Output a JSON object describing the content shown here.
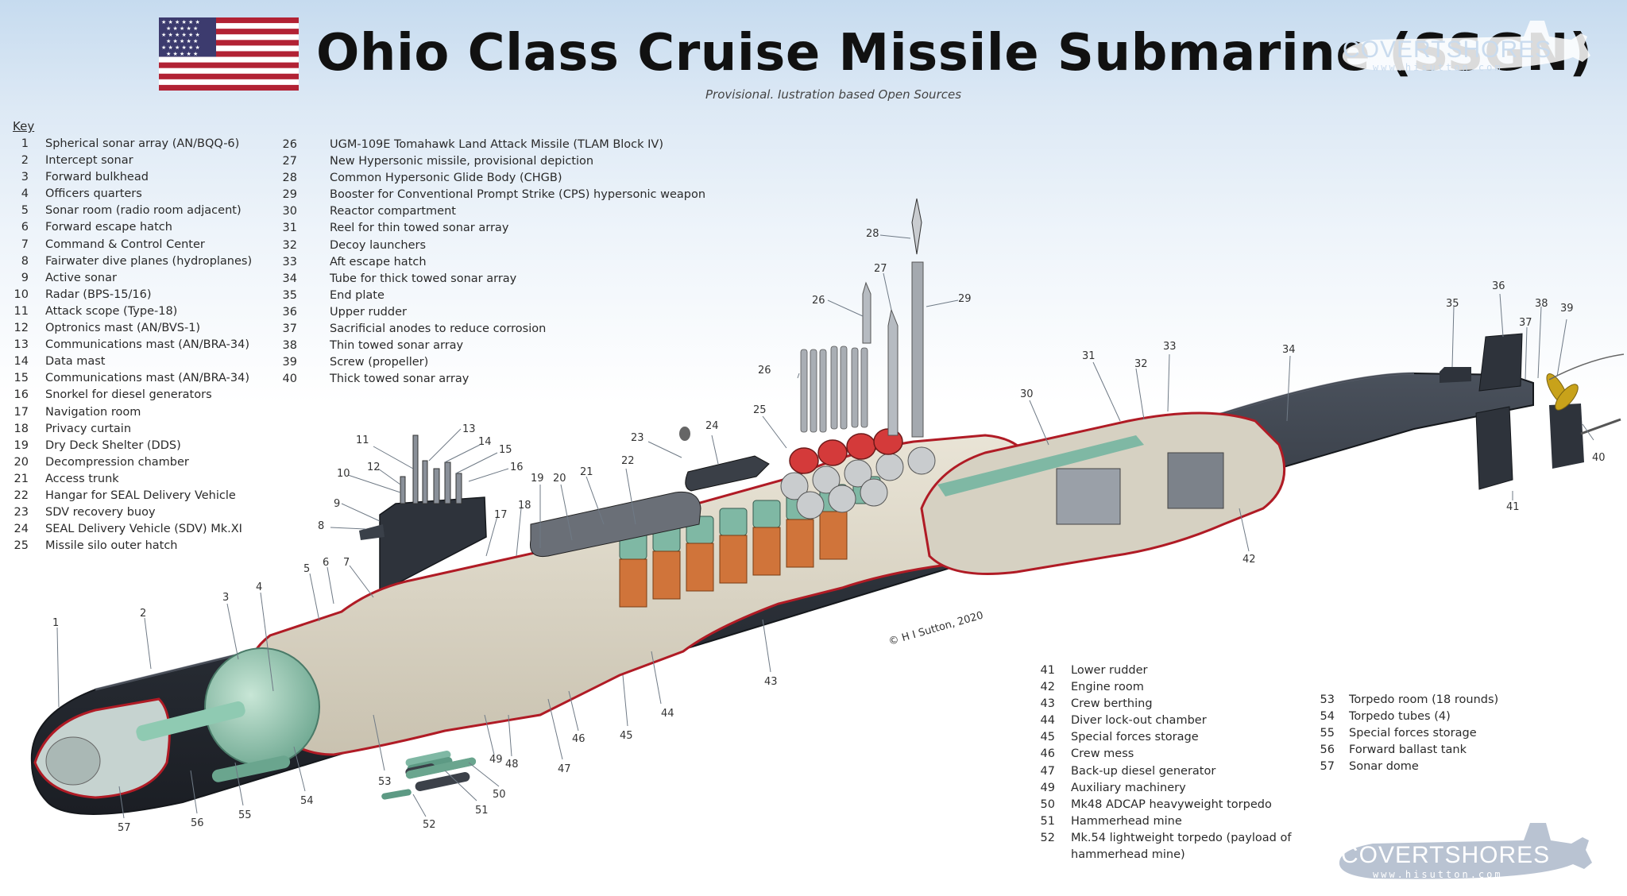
{
  "header": {
    "title": "Ohio Class Cruise Missile Submarine (SSGN)",
    "subtitle": "Provisional. Iustration based Open Sources"
  },
  "logo_top": {
    "text": "COVERTSHORES",
    "url": "www.hisutton.com"
  },
  "logo_bottom": {
    "text": "COVERTSHORES",
    "url": "www.hisutton.com"
  },
  "copyright": "© H I Sutton, 2020",
  "key": {
    "heading": "Key",
    "col1": [
      {
        "n": "1",
        "label": "Spherical sonar array (AN/BQQ-6)"
      },
      {
        "n": "2",
        "label": "Intercept sonar"
      },
      {
        "n": "3",
        "label": "Forward bulkhead"
      },
      {
        "n": "4",
        "label": "Officers quarters"
      },
      {
        "n": "5",
        "label": "Sonar room (radio room adjacent)"
      },
      {
        "n": "6",
        "label": "Forward escape hatch"
      },
      {
        "n": "7",
        "label": "Command & Control Center"
      },
      {
        "n": "8",
        "label": "Fairwater dive planes (hydroplanes)"
      },
      {
        "n": "9",
        "label": "Active sonar"
      },
      {
        "n": "10",
        "label": "Radar (BPS-15/16)"
      },
      {
        "n": "11",
        "label": "Attack scope (Type-18)"
      },
      {
        "n": "12",
        "label": "Optronics mast (AN/BVS-1)"
      },
      {
        "n": "13",
        "label": "Communications mast (AN/BRA-34)"
      },
      {
        "n": "14",
        "label": "Data mast"
      },
      {
        "n": "15",
        "label": "Communications mast (AN/BRA-34)"
      },
      {
        "n": "16",
        "label": "Snorkel for diesel generators"
      },
      {
        "n": "17",
        "label": "Navigation room"
      },
      {
        "n": "18",
        "label": "Privacy curtain"
      },
      {
        "n": "19",
        "label": "Dry Deck Shelter (DDS)"
      },
      {
        "n": "20",
        "label": "Decompression chamber"
      },
      {
        "n": "21",
        "label": "Access trunk"
      },
      {
        "n": "22",
        "label": "Hangar for SEAL Delivery Vehicle"
      },
      {
        "n": "23",
        "label": "SDV recovery buoy"
      },
      {
        "n": "24",
        "label": "SEAL Delivery Vehicle (SDV) Mk.XI"
      },
      {
        "n": "25",
        "label": "Missile silo outer hatch"
      }
    ],
    "col2": [
      {
        "n": "26",
        "label": "UGM-109E Tomahawk Land Attack Missile (TLAM Block IV)"
      },
      {
        "n": "27",
        "label": "New Hypersonic missile, provisional depiction"
      },
      {
        "n": "28",
        "label": "Common Hypersonic Glide Body (CHGB)"
      },
      {
        "n": "29",
        "label": "Booster for Conventional Prompt Strike (CPS) hypersonic weapon"
      },
      {
        "n": "30",
        "label": "Reactor compartment"
      },
      {
        "n": "31",
        "label": "Reel for thin towed sonar array"
      },
      {
        "n": "32",
        "label": "Decoy launchers"
      },
      {
        "n": "33",
        "label": "Aft escape hatch"
      },
      {
        "n": "34",
        "label": "Tube for thick towed sonar array"
      },
      {
        "n": "35",
        "label": "End plate"
      },
      {
        "n": "36",
        "label": "Upper rudder"
      },
      {
        "n": "37",
        "label": "Sacrificial anodes to reduce corrosion"
      },
      {
        "n": "38",
        "label": "Thin towed sonar array"
      },
      {
        "n": "39",
        "label": "Screw (propeller)"
      },
      {
        "n": "40",
        "label": "Thick towed sonar array"
      }
    ],
    "col3": [
      {
        "n": "41",
        "label": "Lower rudder"
      },
      {
        "n": "42",
        "label": "Engine room"
      },
      {
        "n": "43",
        "label": "Crew berthing"
      },
      {
        "n": "44",
        "label": "Diver lock-out chamber"
      },
      {
        "n": "45",
        "label": "Special forces storage"
      },
      {
        "n": "46",
        "label": "Crew mess"
      },
      {
        "n": "47",
        "label": "Back-up diesel generator"
      },
      {
        "n": "49",
        "label": "Auxiliary machinery"
      },
      {
        "n": "50",
        "label": "Mk48 ADCAP heavyweight torpedo"
      },
      {
        "n": "51",
        "label": "Hammerhead mine"
      },
      {
        "n": "52",
        "label": "Mk.54 lightweight torpedo (payload of hammerhead mine)"
      }
    ],
    "col4": [
      {
        "n": "53",
        "label": "Torpedo room (18 rounds)"
      },
      {
        "n": "54",
        "label": "Torpedo tubes (4)"
      },
      {
        "n": "55",
        "label": "Special forces storage"
      },
      {
        "n": "56",
        "label": "Forward ballast tank"
      },
      {
        "n": "57",
        "label": "Sonar dome"
      }
    ]
  },
  "callouts": {
    "c1": "1",
    "c2": "2",
    "c3": "3",
    "c4": "4",
    "c5": "5",
    "c6": "6",
    "c7": "7",
    "c8": "8",
    "c9": "9",
    "c10": "10",
    "c11": "11",
    "c12": "12",
    "c13": "13",
    "c14": "14",
    "c15": "15",
    "c16": "16",
    "c17": "17",
    "c18": "18",
    "c19": "19",
    "c20": "20",
    "c21": "21",
    "c22": "22",
    "c23": "23",
    "c24": "24",
    "c25": "25",
    "c26a": "26",
    "c26b": "26",
    "c27": "27",
    "c28": "28",
    "c29": "29",
    "c30": "30",
    "c31": "31",
    "c32": "32",
    "c33": "33",
    "c34": "34",
    "c35": "35",
    "c36": "36",
    "c37": "37",
    "c38": "38",
    "c39": "39",
    "c40": "40",
    "c41": "41",
    "c42": "42",
    "c43": "43",
    "c44": "44",
    "c45": "45",
    "c46": "46",
    "c47": "47",
    "c48": "48",
    "c49": "49",
    "c50": "50",
    "c51": "51",
    "c52": "52",
    "c53": "53",
    "c54": "54",
    "c55": "55",
    "c56": "56",
    "c57": "57"
  },
  "colors": {
    "hull": "#2b3038",
    "interior_green": "#7fb8a4",
    "missile_orange": "#d0743a",
    "cut_edge": "#b01b25",
    "flag_red": "#b22234",
    "flag_blue": "#3c3b6e"
  }
}
